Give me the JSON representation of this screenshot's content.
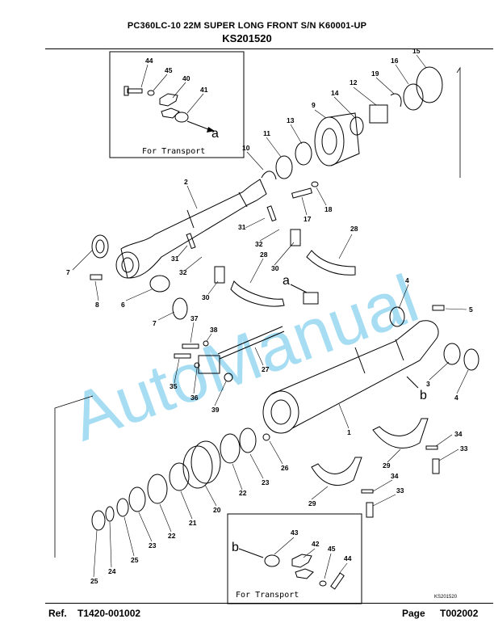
{
  "header": {
    "title": "PC360LC-10 22M SUPER LONG FRONT S/N K60001-UP",
    "code": "KS201520"
  },
  "footer": {
    "ref_label": "Ref.",
    "ref_value": "T1420-001002",
    "page_label": "Page",
    "page_value": "T002002"
  },
  "insets": {
    "top": {
      "caption": "For Transport",
      "letter": "a"
    },
    "bottom": {
      "caption": "For Transport",
      "letter": "b"
    }
  },
  "diagram": {
    "letters": {
      "a": "a",
      "b": "b"
    },
    "drawing_id": "KS201520",
    "watermark": "AutoManual"
  },
  "callouts": [
    "44",
    "45",
    "40",
    "41",
    "15",
    "16",
    "19",
    "12",
    "14",
    "9",
    "13",
    "11",
    "10",
    "2",
    "17",
    "18",
    "31",
    "32",
    "7",
    "31",
    "32",
    "28",
    "28",
    "30",
    "30",
    "8",
    "6",
    "7",
    "4",
    "5",
    "37",
    "38",
    "27",
    "35",
    "36",
    "3",
    "4",
    "39",
    "1",
    "34",
    "33",
    "26",
    "23",
    "22",
    "29",
    "34",
    "33",
    "29",
    "20",
    "21",
    "22",
    "23",
    "25",
    "24",
    "25",
    "43",
    "42",
    "45",
    "44"
  ]
}
